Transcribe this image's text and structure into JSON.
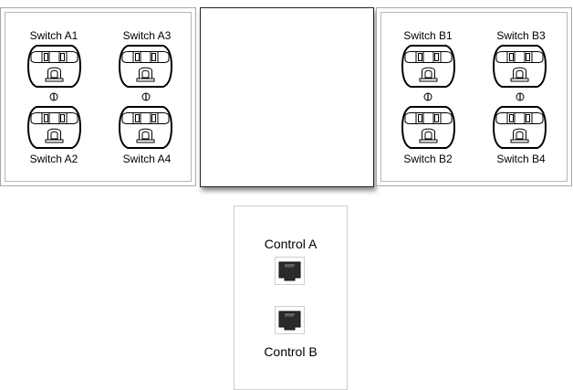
{
  "wall_plates": {
    "a": {
      "labels": {
        "top_left": "Switch A1",
        "top_right": "Switch A3",
        "bottom_left": "Switch A2",
        "bottom_right": "Switch A4"
      }
    },
    "b": {
      "labels": {
        "top_left": "Switch B1",
        "top_right": "Switch B3",
        "bottom_left": "Switch B2",
        "bottom_right": "Switch B4"
      }
    }
  },
  "control_plate": {
    "label_a": "Control A",
    "label_b": "Control B"
  },
  "colors": {
    "outline": "#000000",
    "plate_border": "#a7a7a7",
    "jack_body": "#2b2b2b"
  }
}
